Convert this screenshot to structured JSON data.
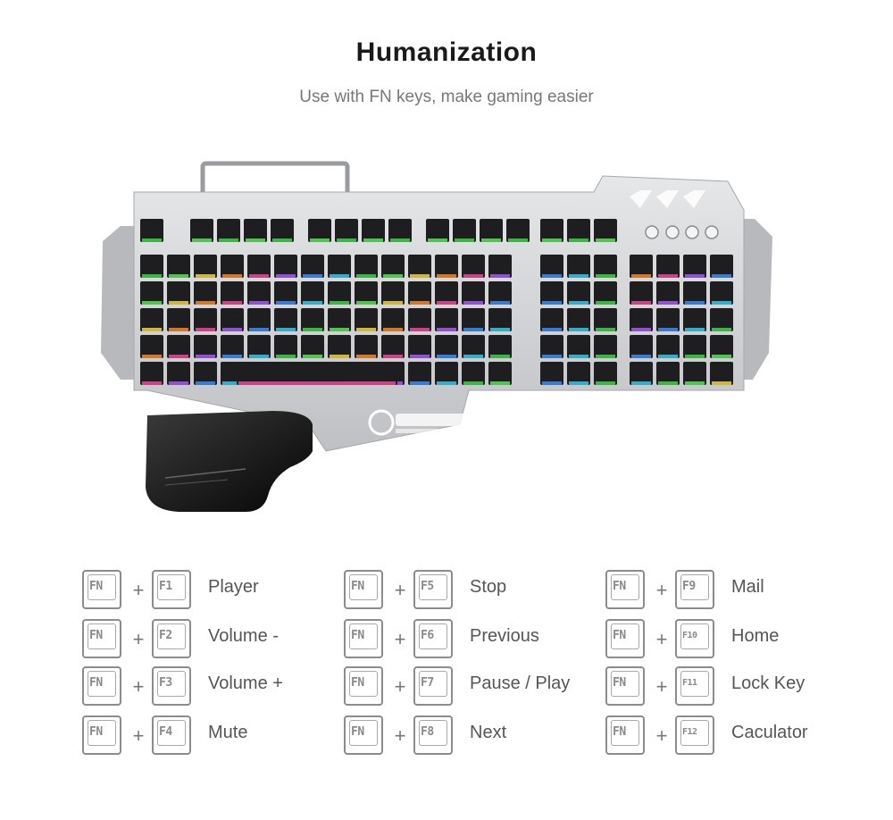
{
  "header": {
    "title": "Humanization",
    "subtitle": "Use with FN keys, make gaming easier"
  },
  "keyboard_image": {
    "description_icon": "mechanical-keyboard-photo",
    "colors": {
      "frame": "#d2d3d5",
      "keys": "#1e1e20",
      "rest": "#111111"
    }
  },
  "shortcuts": {
    "modifier_label": "FN",
    "plus_symbol": "+",
    "columns": [
      {
        "rows": [
          {
            "key": "F1",
            "function": "Player"
          },
          {
            "key": "F2",
            "function": "Volume -"
          },
          {
            "key": "F3",
            "function": "Volume +"
          },
          {
            "key": "F4",
            "function": "Mute"
          }
        ]
      },
      {
        "rows": [
          {
            "key": "F5",
            "function": "Stop"
          },
          {
            "key": "F6",
            "function": "Previous"
          },
          {
            "key": "F7",
            "function": "Pause / Play"
          },
          {
            "key": "F8",
            "function": "Next"
          }
        ]
      },
      {
        "rows": [
          {
            "key": "F9",
            "function": "Mail"
          },
          {
            "key": "F10",
            "function": "Home"
          },
          {
            "key": "F11",
            "function": "Lock Key"
          },
          {
            "key": "F12",
            "function": "Caculator"
          }
        ]
      }
    ]
  }
}
